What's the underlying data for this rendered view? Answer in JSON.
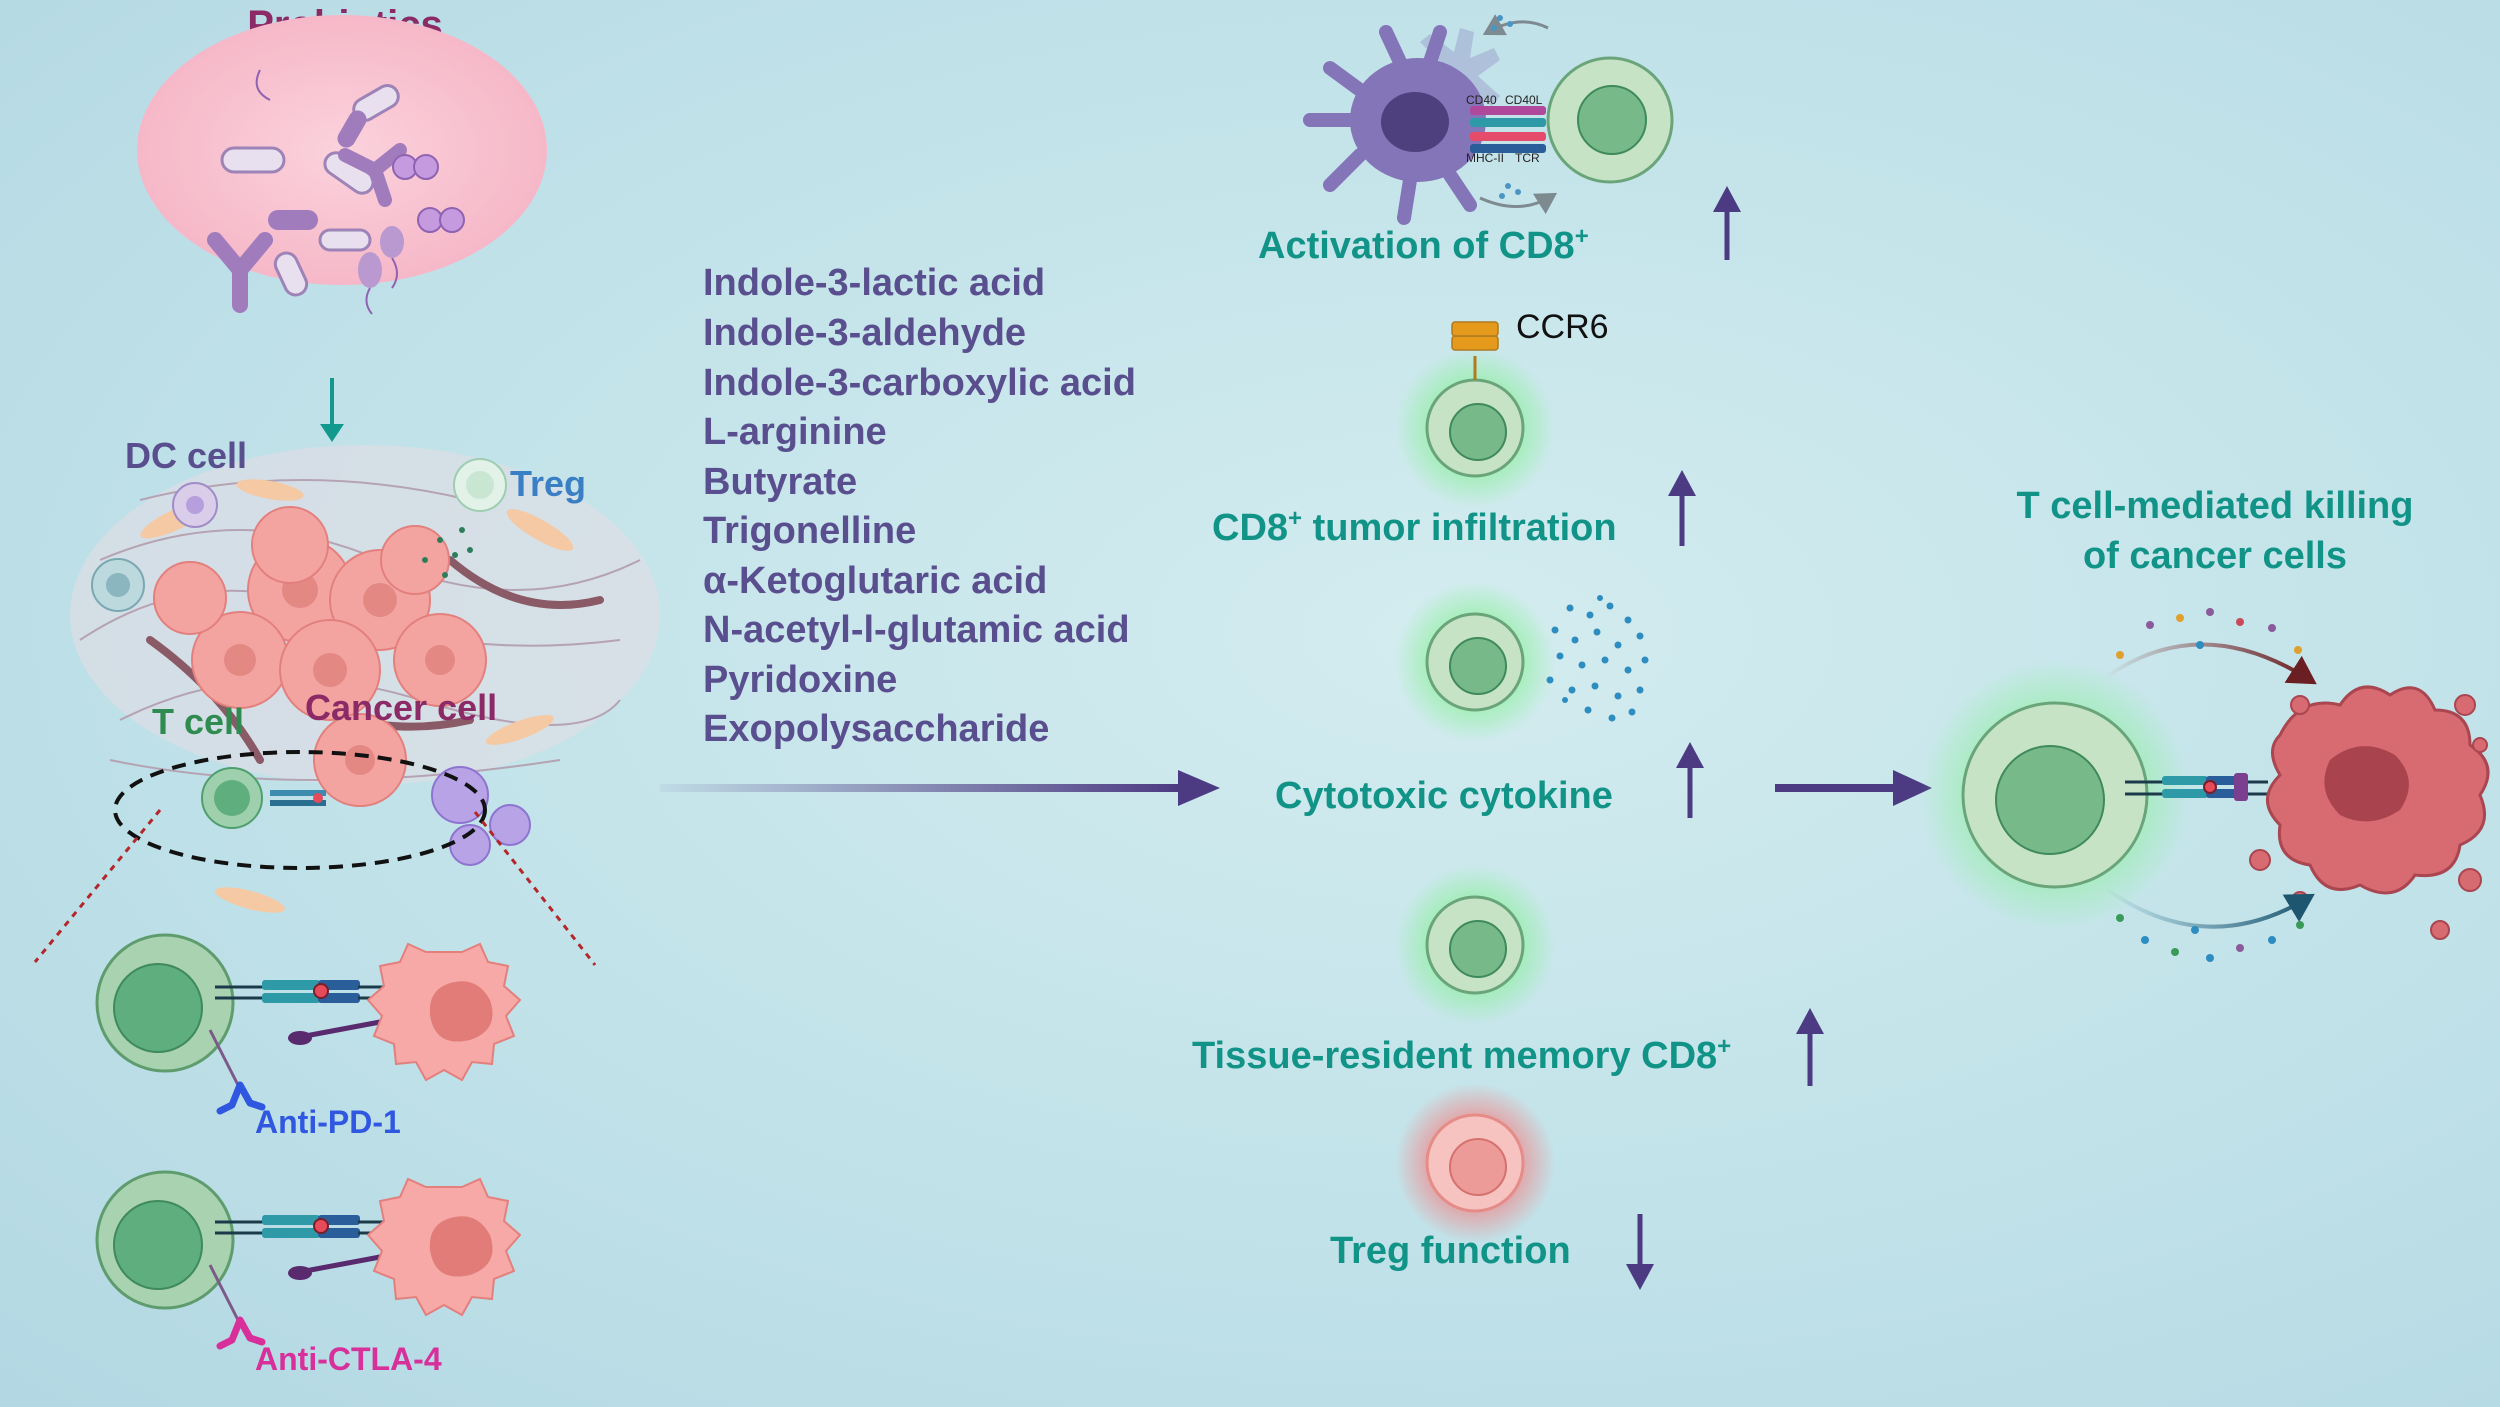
{
  "left_panel": {
    "probiotics_title": "Probiotics",
    "labels": {
      "dc_cell": "DC cell",
      "treg": "Treg",
      "t_cell": "T cell",
      "cancer_cell": "Cancer cell"
    },
    "therapies": [
      "Anti-PD-1",
      "Anti-CTLA-4"
    ]
  },
  "metabolites": [
    "Indole-3-lactic acid",
    "Indole-3-aldehyde",
    "Indole-3-carboxylic acid",
    "L-arginine",
    "Butyrate",
    "Trigonelline",
    "α-Ketoglutaric acid",
    "N-acetyl-l-glutamic acid",
    "Pyridoxine",
    "Exopolysaccharide"
  ],
  "effects": [
    {
      "text": "Activation of CD8",
      "sup": "+",
      "direction": "up"
    },
    {
      "text": "CD8",
      "sup": "+",
      "text_after": " tumor infiltration",
      "direction": "up"
    },
    {
      "text": "Cytotoxic cytokine",
      "sup": "",
      "direction": "up"
    },
    {
      "text": "Tissue-resident memory CD8",
      "sup": "+",
      "direction": "up"
    },
    {
      "text": "Treg function",
      "sup": "",
      "direction": "down"
    }
  ],
  "synapse_labels": {
    "cd40": "CD40",
    "cd40l": "CD40L",
    "mhc2": "MHC-II",
    "tcr": "TCR"
  },
  "receptor_label": "CCR6",
  "outcome": {
    "line1": "T cell-mediated killing",
    "line2": "of cancer cells"
  },
  "colors": {
    "title_purple": "#8b2a66",
    "metabolite_text": "#5a4f8e",
    "effect_text": "#119487",
    "arrow_purple": "#4c3a82",
    "t_cell_green": "#6fb386",
    "cancer_pink": "#f2a4a0",
    "anti_pd1": "#2f57e0",
    "anti_ctla4": "#d8309a"
  }
}
